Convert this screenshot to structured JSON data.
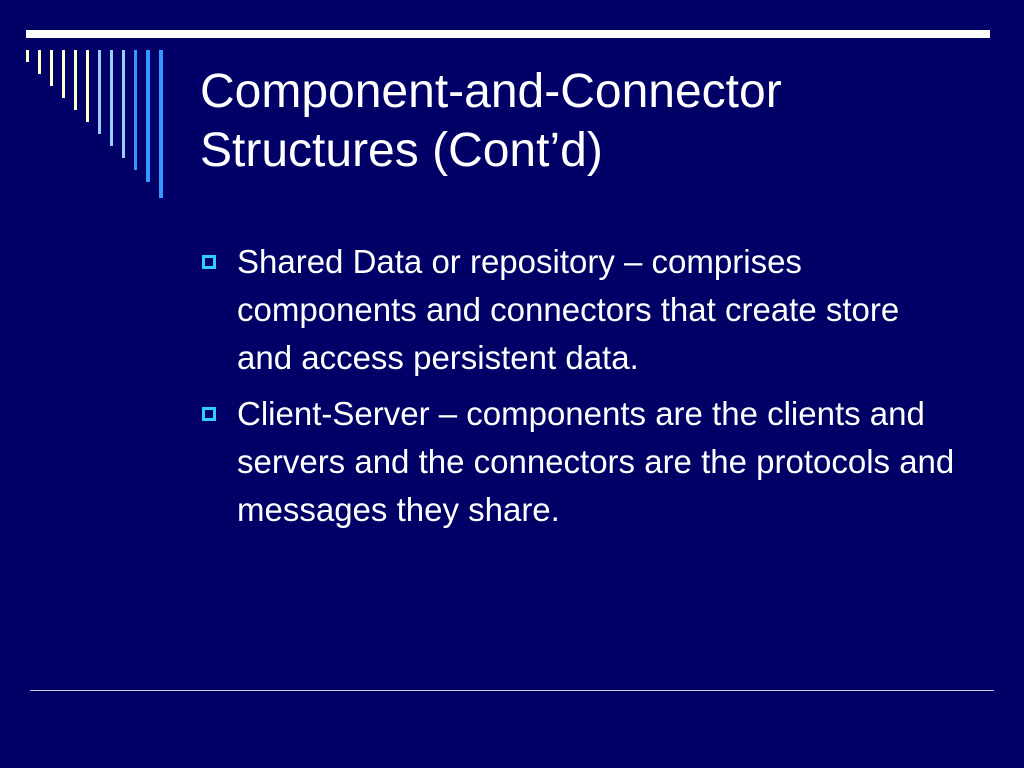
{
  "slide": {
    "title_line1": "Component-and-Connector",
    "title_line2": "Structures (Cont’d)",
    "bullets": [
      {
        "text": "Shared Data or repository – comprises components and connectors that create store and access persistent data."
      },
      {
        "text": "Client-Server – components are the clients and servers and the connectors are the protocols and messages they share."
      }
    ]
  },
  "colors": {
    "background": "#000066",
    "text": "#ffffff",
    "bullet_accent": "#33ccff",
    "stripe_light": "#ffffcc",
    "stripe_mid": "#99ccff",
    "stripe_dark": "#3399ff"
  }
}
